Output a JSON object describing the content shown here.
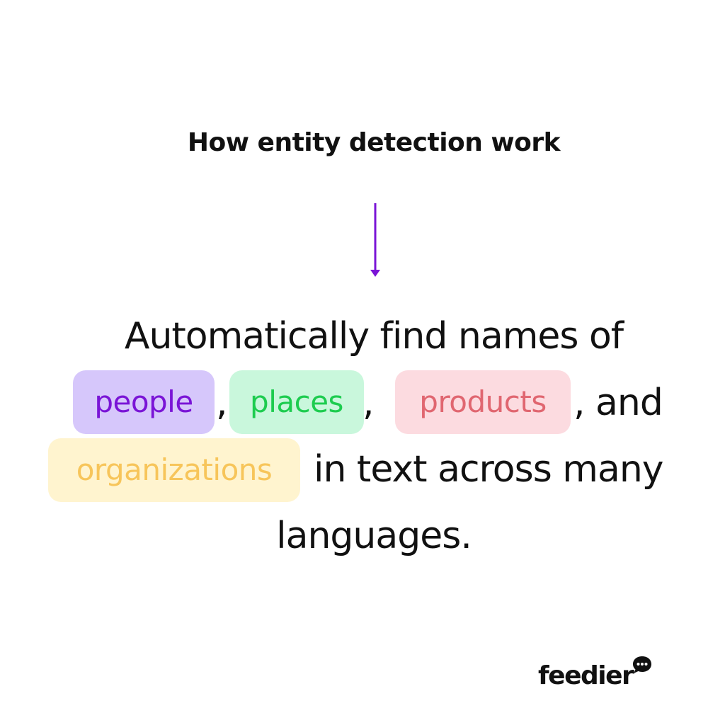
{
  "title": "How entity detection work",
  "sentence": {
    "line1": "Automatically find names of",
    "comma1": ",",
    "comma2": ",",
    "tail2": ", and",
    "tail3": "in text across many",
    "line4": "languages."
  },
  "entities": {
    "people": {
      "label": "people",
      "bg": "#d6c7fb",
      "fg": "#7a14d6"
    },
    "places": {
      "label": "places",
      "bg": "#c9f7dc",
      "fg": "#1dcc4f"
    },
    "products": {
      "label": "products",
      "bg": "#fcdbe0",
      "fg": "#e06670"
    },
    "organizations": {
      "label": "organizations",
      "bg": "#fff4cf",
      "fg": "#f7c55a"
    }
  },
  "arrow": {
    "color": "#7a14d6",
    "icon": "arrow-down-icon"
  },
  "logo": {
    "text": "feedier",
    "icon": "chat-bubble-icon",
    "color": "#111111"
  }
}
